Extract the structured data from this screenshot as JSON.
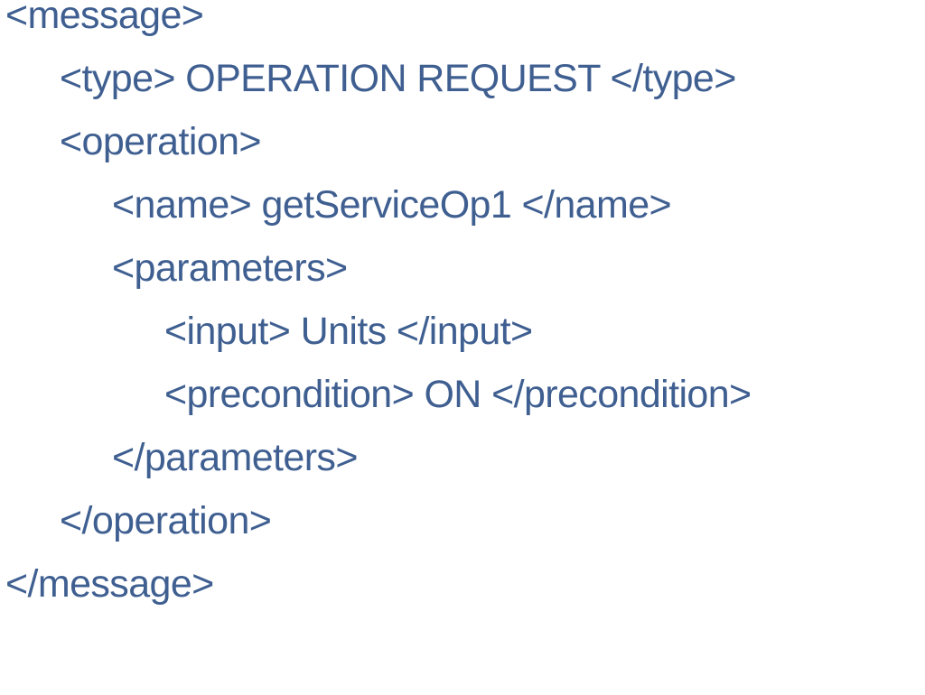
{
  "code": {
    "lines": [
      "<message>",
      "<type> OPERATION REQUEST </type>",
      "<operation>",
      "<name> getServiceOp1 </name>",
      "<parameters>",
      "<input> Units </input>",
      "<precondition> ON </precondition>",
      "</parameters>",
      "</operation>",
      "</message>"
    ]
  },
  "colors": {
    "text": "#3f5f91",
    "background": "#ffffff"
  }
}
